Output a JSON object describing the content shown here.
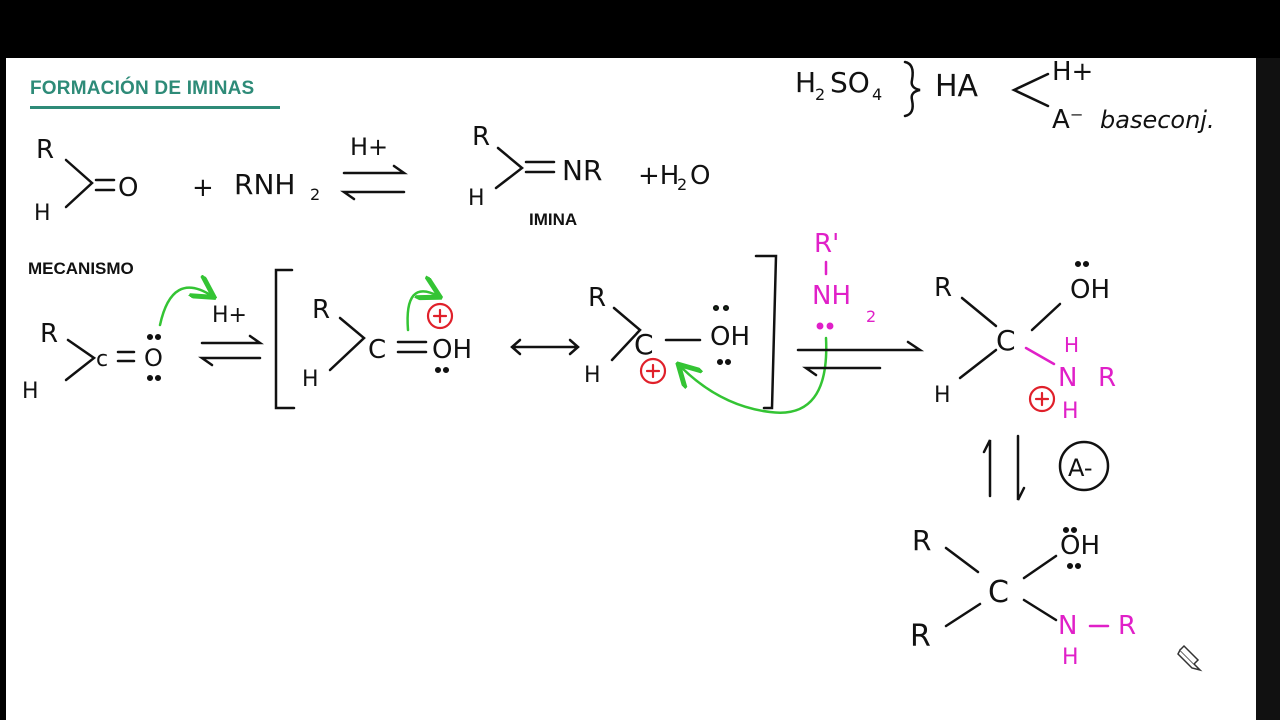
{
  "title": "FORMACIÓN DE IMINAS",
  "labels": {
    "imina": "IMINA",
    "mecanismo": "MECANISMO"
  },
  "colors": {
    "title": "#2e8b78",
    "arrow": "#34c434",
    "amine": "#e020c8",
    "charge": "#e0202a"
  },
  "icons": [
    "pencil-cursor-icon"
  ]
}
